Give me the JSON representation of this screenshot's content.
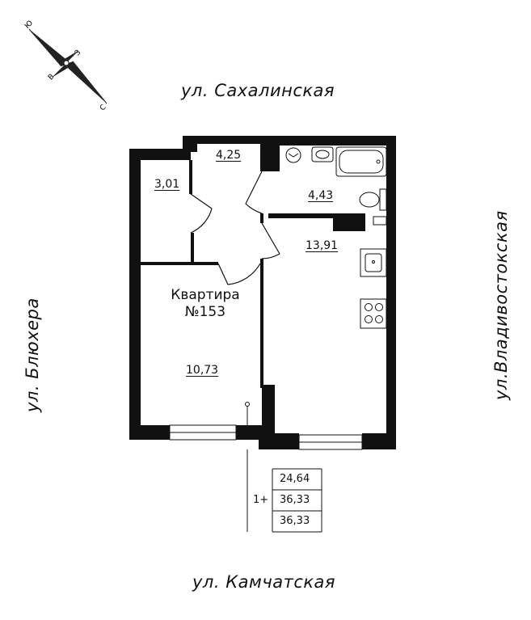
{
  "streets": {
    "top": "ул. Сахалинская",
    "bottom": "ул. Камчатская",
    "left": "ул. Блюхера",
    "right": "ул.Владивостокская"
  },
  "compass": {
    "n": "Ю",
    "s": "С",
    "e": "З",
    "w": "В"
  },
  "apartment": {
    "title_line1": "Квартира",
    "title_line2": "№153"
  },
  "rooms": {
    "hall": "4,25",
    "storage": "3,01",
    "bathroom": "4,43",
    "kitchen": "13,91",
    "bedroom": "10,73"
  },
  "summary": {
    "rooms_label": "1+",
    "living_area": "24,64",
    "total_area": "36,33",
    "total_area_2": "36,33"
  }
}
